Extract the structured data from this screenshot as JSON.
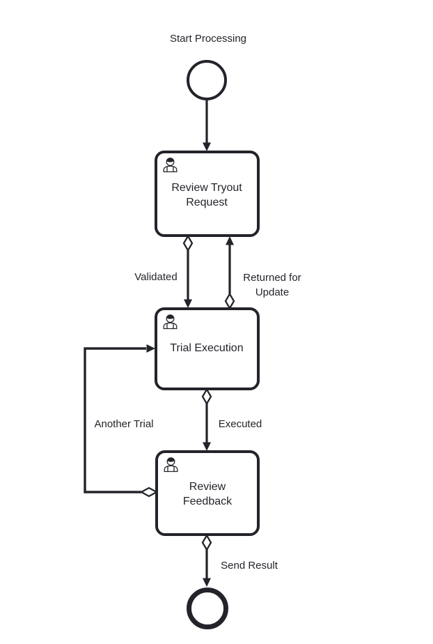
{
  "diagram": {
    "type": "bpmn-process-flow",
    "colors": {
      "stroke": "#22242A",
      "text": "#22242A",
      "background": "#ffffff",
      "shape_fill": "#ffffff"
    },
    "nodes": {
      "start_event": {
        "shape": "circle",
        "label": "Start Processing"
      },
      "task_review_tryout_request": {
        "type": "user-task",
        "icon": "user-icon",
        "label": "Review Tryout Request",
        "label_line1": "Review Tryout",
        "label_line2": "Request"
      },
      "task_trial_execution": {
        "type": "user-task",
        "icon": "user-icon",
        "label": "Trial Execution"
      },
      "task_review_feedback": {
        "type": "user-task",
        "icon": "user-icon",
        "label": "Review Feedback",
        "label_line1": "Review",
        "label_line2": "Feedback"
      },
      "end_event": {
        "shape": "thick-circle"
      }
    },
    "edges": {
      "start_to_review": {
        "from": "start_event",
        "to": "task_review_tryout_request"
      },
      "validated": {
        "label": "Validated",
        "from": "task_review_tryout_request",
        "to": "task_trial_execution",
        "marker_start": "conditional-diamond"
      },
      "returned_for_update": {
        "label": "Returned for Update",
        "label_line1": "Returned for",
        "label_line2": "Update",
        "from": "task_trial_execution",
        "to": "task_review_tryout_request",
        "marker_start": "conditional-diamond"
      },
      "executed": {
        "label": "Executed",
        "from": "task_trial_execution",
        "to": "task_review_feedback",
        "marker_start": "conditional-diamond"
      },
      "another_trial": {
        "label": "Another Trial",
        "from": "task_review_feedback",
        "to": "task_trial_execution",
        "marker_start": "conditional-diamond"
      },
      "send_result": {
        "label": "Send Result",
        "from": "task_review_feedback",
        "to": "end_event",
        "marker_start": "conditional-diamond"
      }
    }
  }
}
